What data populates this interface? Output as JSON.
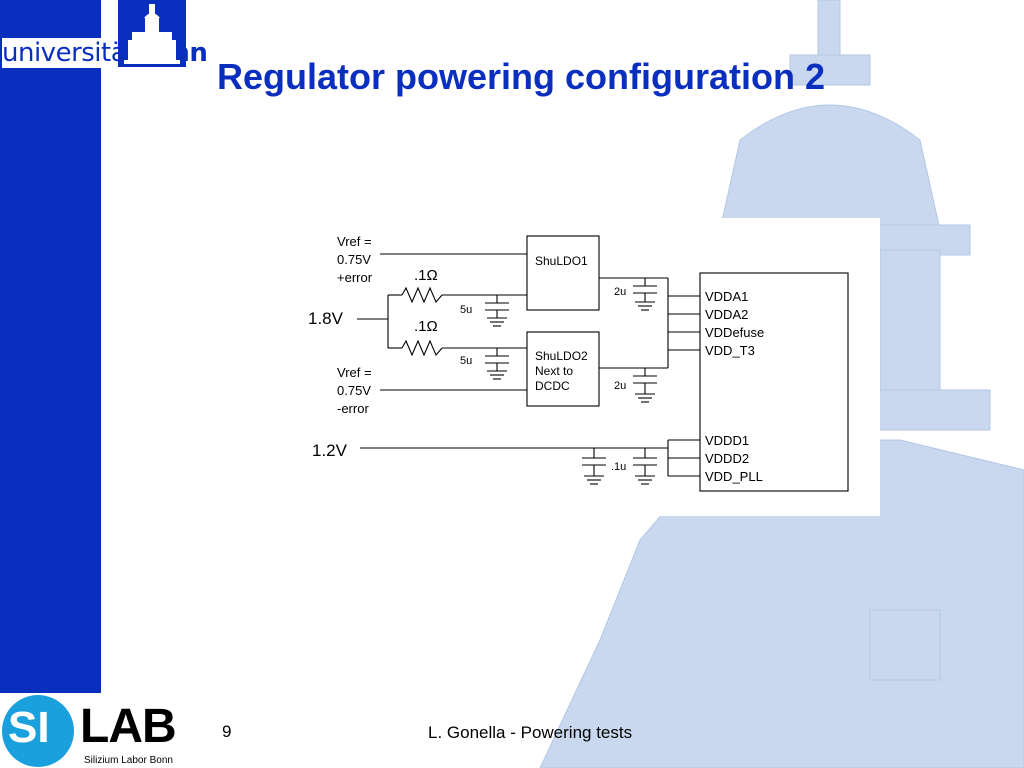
{
  "slide": {
    "title": "Regulator powering configuration 2",
    "page_number": "9",
    "footer": "L. Gonella - Powering tests"
  },
  "logos": {
    "university": {
      "prefix": "universität",
      "suffix": "bonn"
    },
    "silab": {
      "si": "SI",
      "lab": "LAB",
      "subtitle": "Silizium Labor Bonn"
    }
  },
  "colors": {
    "brand_blue": "#0a2fbf",
    "silab_cyan": "#1aa0dc",
    "background_watermark": "#c9d8ee"
  },
  "schematic": {
    "vref_top": [
      "Vref =",
      "0.75V",
      "+error"
    ],
    "vref_bottom": [
      "Vref =",
      "0.75V",
      "-error"
    ],
    "input_18": "1.8V",
    "input_12": "1.2V",
    "resistor_top": ".1Ω",
    "resistor_bottom": ".1Ω",
    "cap_5u_top": "5u",
    "cap_5u_bottom": "5u",
    "cap_2u_top": "2u",
    "cap_2u_bottom": "2u",
    "cap_01u": ".1u",
    "ldo1": "ShuLDO1",
    "ldo2": [
      "ShuLDO2",
      "Next to",
      "DCDC"
    ],
    "chip_pins": [
      "VDDA1",
      "VDDA2",
      "VDDefuse",
      "VDD_T3",
      "VDDD1",
      "VDDD2",
      "VDD_PLL"
    ]
  }
}
